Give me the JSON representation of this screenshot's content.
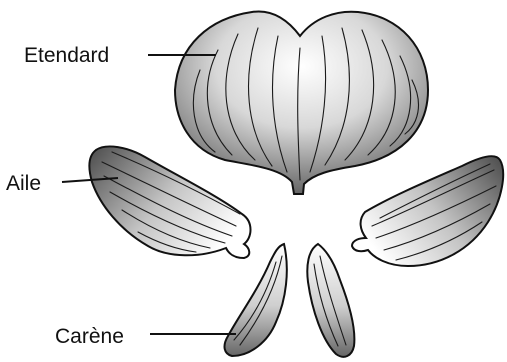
{
  "labels": {
    "standard": "Etendard",
    "wing": "Aile",
    "keel": "Carène"
  },
  "colors": {
    "petal_light": "#ffffff",
    "petal_dark": "#5a5a5a",
    "ink": "#111111"
  }
}
